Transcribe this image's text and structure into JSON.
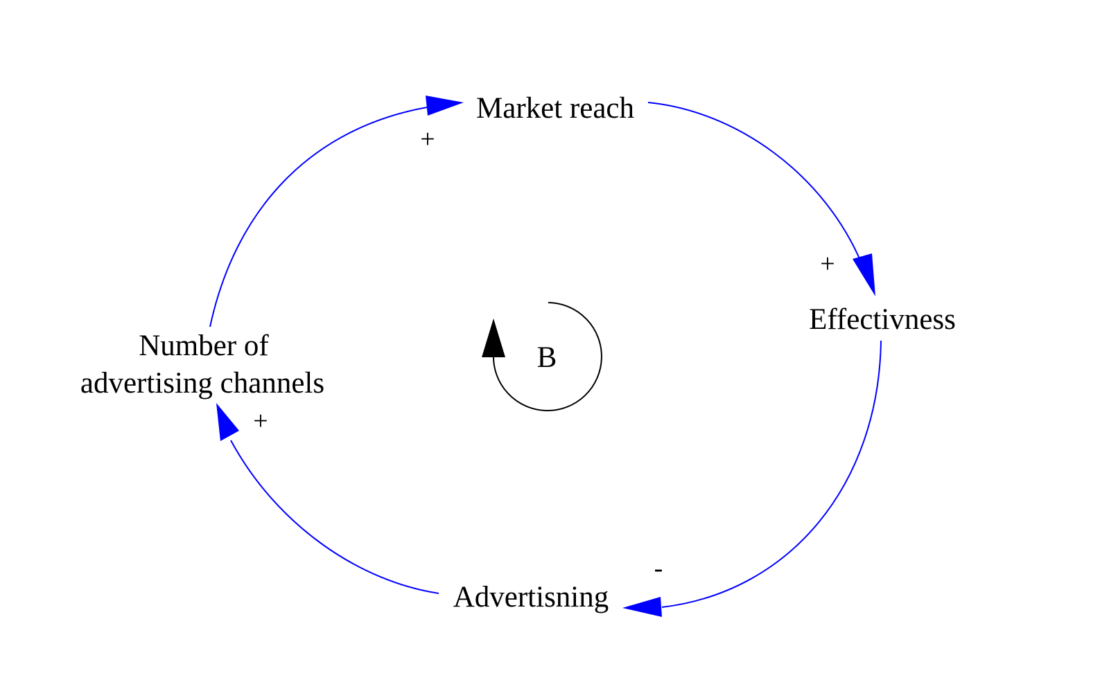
{
  "colors": {
    "link": "#0000ff",
    "loop_marker": "#000000",
    "text": "#000000",
    "background": "#ffffff"
  },
  "nodes": {
    "market_reach": "Market reach",
    "effectiveness": "Effectivness",
    "advertising": "Advertisning",
    "channels_line1": "Number of",
    "channels_line2": "advertising channels"
  },
  "links": {
    "reach_to_effectiveness": "+",
    "effectiveness_to_advertising": "-",
    "advertising_to_channels": "+",
    "channels_to_reach": "+"
  },
  "loop": {
    "label": "B",
    "icon": "counterclockwise-loop-arrow-icon"
  }
}
